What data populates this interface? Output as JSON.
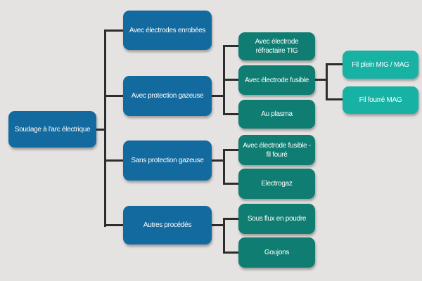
{
  "diagram": {
    "type": "tree",
    "root": {
      "label": "Soudage à l'arc électrique",
      "children": [
        {
          "label": "Avec électrodes enrobées",
          "children": []
        },
        {
          "label": "Avec protection gazeuse",
          "children": [
            {
              "label": "Avec électrode réfractaire TIG",
              "children": []
            },
            {
              "label": "Avec électrode fusible",
              "children": [
                {
                  "label": "Fil plein MIG / MAG",
                  "children": []
                },
                {
                  "label": "Fil fourré MAG",
                  "children": []
                }
              ]
            },
            {
              "label": "Au plasma",
              "children": []
            }
          ]
        },
        {
          "label": "Sans protection gazeuse",
          "children": [
            {
              "label": "Avec électrode fusible - fil fouré",
              "children": []
            },
            {
              "label": "Electrogaz",
              "children": []
            }
          ]
        },
        {
          "label": "Autres procédés",
          "children": [
            {
              "label": "Sous flux en poudre",
              "children": []
            },
            {
              "label": "Goujons",
              "children": []
            }
          ]
        }
      ]
    }
  },
  "colors": {
    "bg": "#e4e3e1",
    "blue": "#136a9f",
    "teal_dark": "#0f7d72",
    "teal_light": "#17b2a4",
    "line": "#2d2d2d",
    "text": "#ffffff"
  }
}
